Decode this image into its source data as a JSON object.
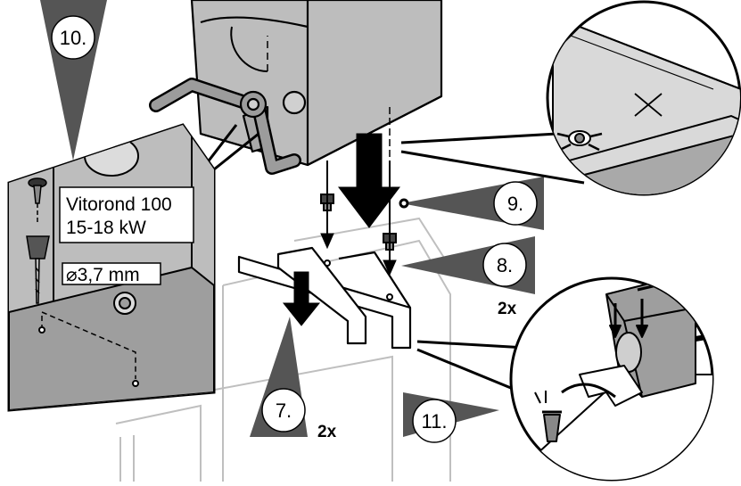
{
  "callout": {
    "model": "Vitorond 100",
    "power": "15-18 kW",
    "drill": "⌀3,7 mm"
  },
  "steps": {
    "s7": "7.",
    "s8": "8.",
    "s9": "9.",
    "s10": "10.",
    "s11": "11."
  },
  "multipliers": {
    "m8": "2x",
    "m7": "2x"
  },
  "icons": {
    "no_screw": "cross-out-icon",
    "arrows": "down-arrow-icon",
    "bin": "waste-bin-icon"
  },
  "colors": {
    "step_cone": "#555555",
    "panel_gray": "#b4b4b4",
    "light_gray": "#d9d9d9",
    "line": "#000000"
  }
}
